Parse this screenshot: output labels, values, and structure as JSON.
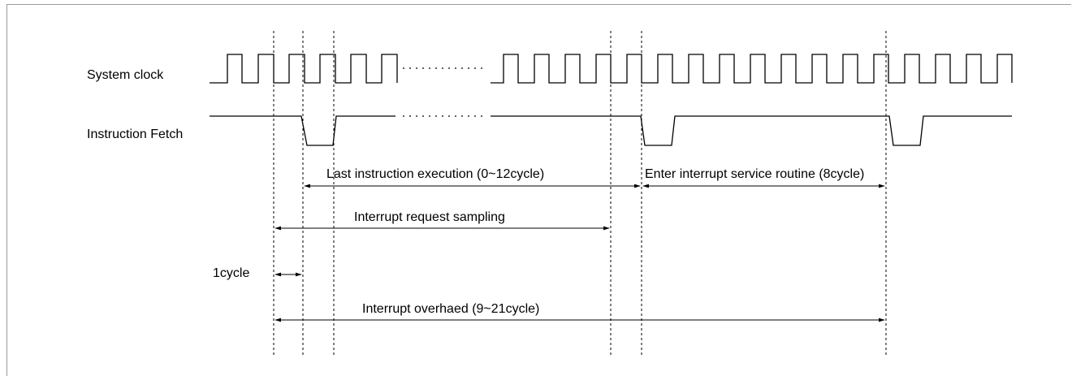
{
  "signals": {
    "system_clock": "System clock",
    "instruction_fetch": "Instruction Fetch"
  },
  "annotations": {
    "last_instruction": "Last instruction execution (0~12cycle)",
    "enter_isr": "Enter interrupt service routine (8cycle)",
    "request_sampling": "Interrupt request sampling",
    "one_cycle": "1cycle",
    "overhead": "Interrupt overhaed (9~21cycle)"
  }
}
